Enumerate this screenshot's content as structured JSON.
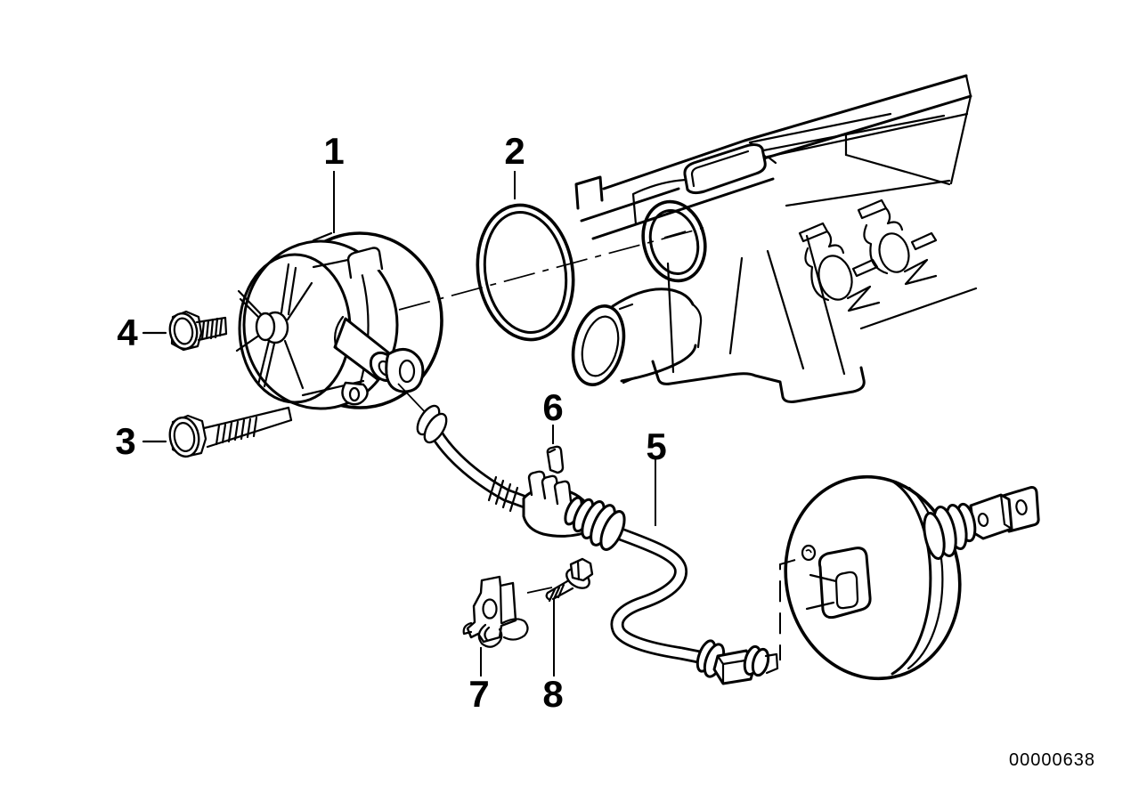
{
  "figure": {
    "drawing_number": "00000638",
    "callouts": [
      {
        "label": "1"
      },
      {
        "label": "2"
      },
      {
        "label": "3"
      },
      {
        "label": "4"
      },
      {
        "label": "5"
      },
      {
        "label": "6"
      },
      {
        "label": "7"
      },
      {
        "label": "8"
      }
    ]
  },
  "colors": {
    "line": "#000000",
    "background": "#ffffff"
  }
}
